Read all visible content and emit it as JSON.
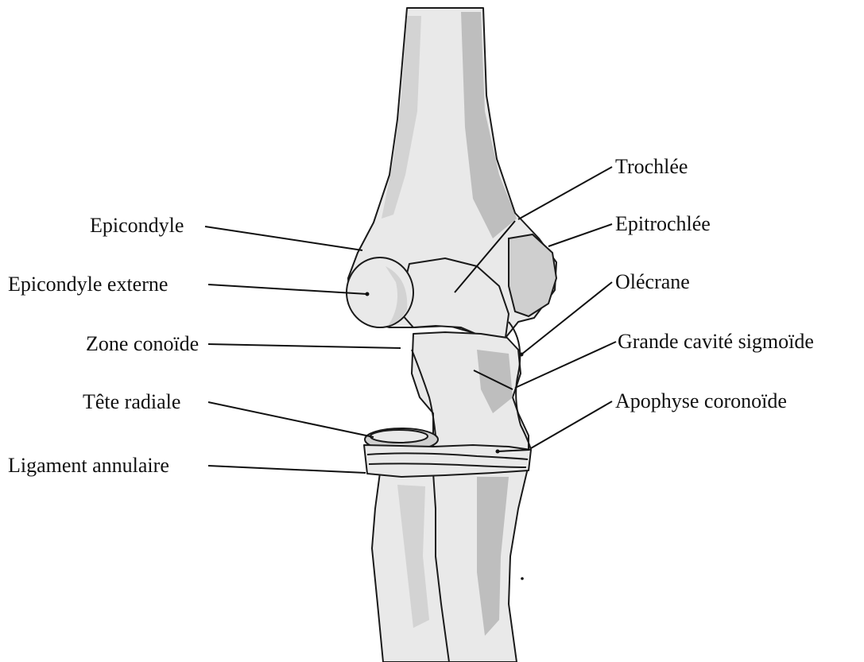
{
  "labels": {
    "epicondyle": "Epicondyle",
    "epicondyle_externe": "Epicondyle externe",
    "zone_conoide": "Zone conoïde",
    "tete_radiale": "Tête radiale",
    "ligament_annulaire": "Ligament annulaire",
    "trochlee": "Trochlée",
    "epitrochlee": "Epitrochlée",
    "olecrane": "Olécrane",
    "grande_cavite_sigmoide": "Grande cavité sigmoïde",
    "apophyse_coronoide": "Apophyse coronoïde"
  }
}
